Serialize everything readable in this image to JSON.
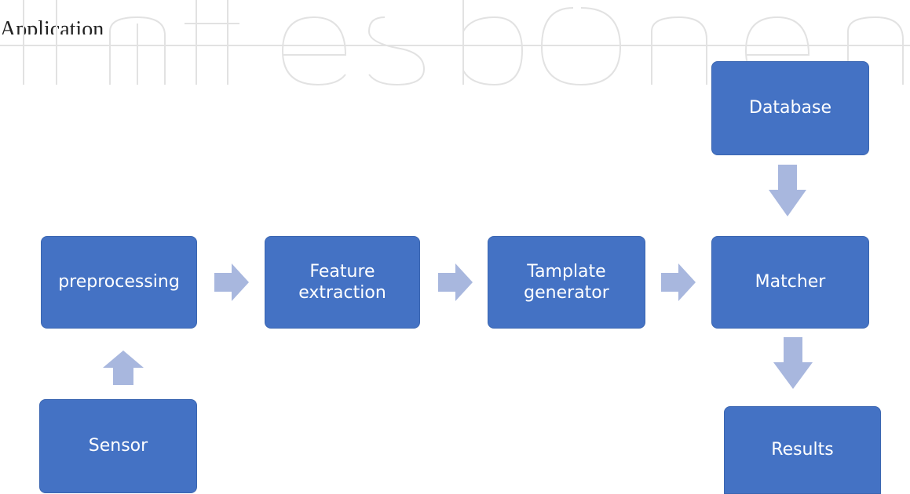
{
  "header": {
    "text": "Application"
  },
  "colors": {
    "block_fill": "#4472c4",
    "arrow_fill": "#a8b7de",
    "watermark_stroke": "#e2e2e2"
  },
  "nodes": {
    "sensor": "Sensor",
    "preprocessing": "preprocessing",
    "feature_extraction": "Feature\nextraction",
    "template_generator": "Tamplate\ngenerator",
    "matcher": "Matcher",
    "database": "Database",
    "results": "Results"
  },
  "edges": [
    {
      "from": "sensor",
      "to": "preprocessing"
    },
    {
      "from": "preprocessing",
      "to": "feature_extraction"
    },
    {
      "from": "feature_extraction",
      "to": "template_generator"
    },
    {
      "from": "template_generator",
      "to": "matcher"
    },
    {
      "from": "database",
      "to": "matcher"
    },
    {
      "from": "matcher",
      "to": "results"
    }
  ]
}
